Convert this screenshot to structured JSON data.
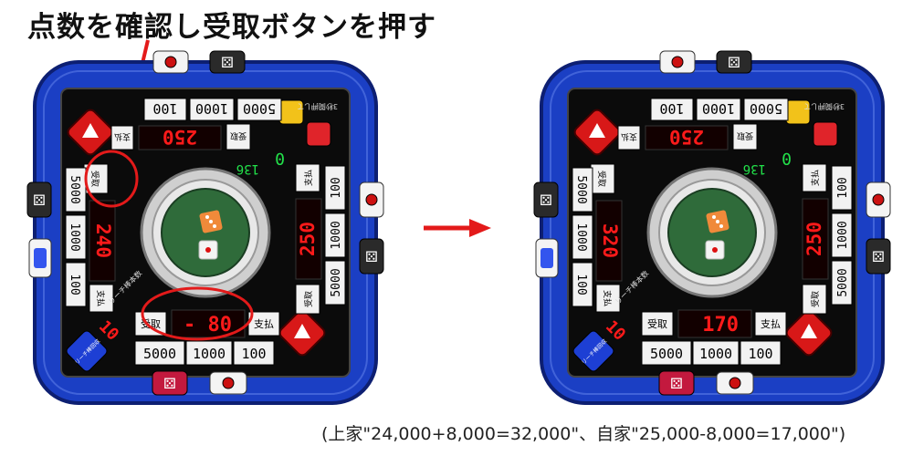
{
  "heading": "点数を確認し受取ボタンを押す",
  "caption": "(上家\"24,000+8,000=32,000\"、自家\"25,000-8,000=17,000\")",
  "colors": {
    "table_blue": "#1b3fc4",
    "panel_black": "#0b0b0b",
    "led_red": "#ff1a1a",
    "led_green": "#22e04a",
    "highlight_red": "#e31a1a",
    "felt_green": "#2f6b3a"
  },
  "panels": [
    {
      "id": "before",
      "top_buttons": [
        "100",
        "1000",
        "5000"
      ],
      "top_shiharai": "支払",
      "top_display": "250",
      "top_uketori": "受取",
      "left_uketori": "受取",
      "left_buttons": [
        "5000",
        "1000",
        "100"
      ],
      "left_display": "240",
      "left_shiharai": "支払",
      "right_shiharai": "支払",
      "right_buttons": [
        "100",
        "1000",
        "5000"
      ],
      "right_display": "250",
      "right_uketori": "受取",
      "bottom_uketori": "受取",
      "bottom_display": "- 80",
      "bottom_shiharai": "支払",
      "bottom_buttons": [
        "5000",
        "1000",
        "100"
      ],
      "green_counter": "136",
      "green_digit": "0",
      "dice_left_counter": "10",
      "riichi_label": "リーチ棒回収",
      "side_label_top": "3秒間押して",
      "side_label_bottom": "リーチ棒本数"
    },
    {
      "id": "after",
      "top_buttons": [
        "100",
        "1000",
        "5000"
      ],
      "top_shiharai": "支払",
      "top_display": "250",
      "top_uketori": "受取",
      "left_uketori": "受取",
      "left_buttons": [
        "5000",
        "1000",
        "100"
      ],
      "left_display": "320",
      "left_shiharai": "支払",
      "right_shiharai": "支払",
      "right_buttons": [
        "100",
        "1000",
        "5000"
      ],
      "right_display": "250",
      "right_uketori": "受取",
      "bottom_uketori": "受取",
      "bottom_display": "170",
      "bottom_shiharai": "支払",
      "bottom_buttons": [
        "5000",
        "1000",
        "100"
      ],
      "green_counter": "136",
      "green_digit": "0",
      "dice_left_counter": "10",
      "riichi_label": "リーチ棒回収",
      "side_label_top": "3秒間押して",
      "side_label_bottom": "リーチ棒本数"
    }
  ]
}
